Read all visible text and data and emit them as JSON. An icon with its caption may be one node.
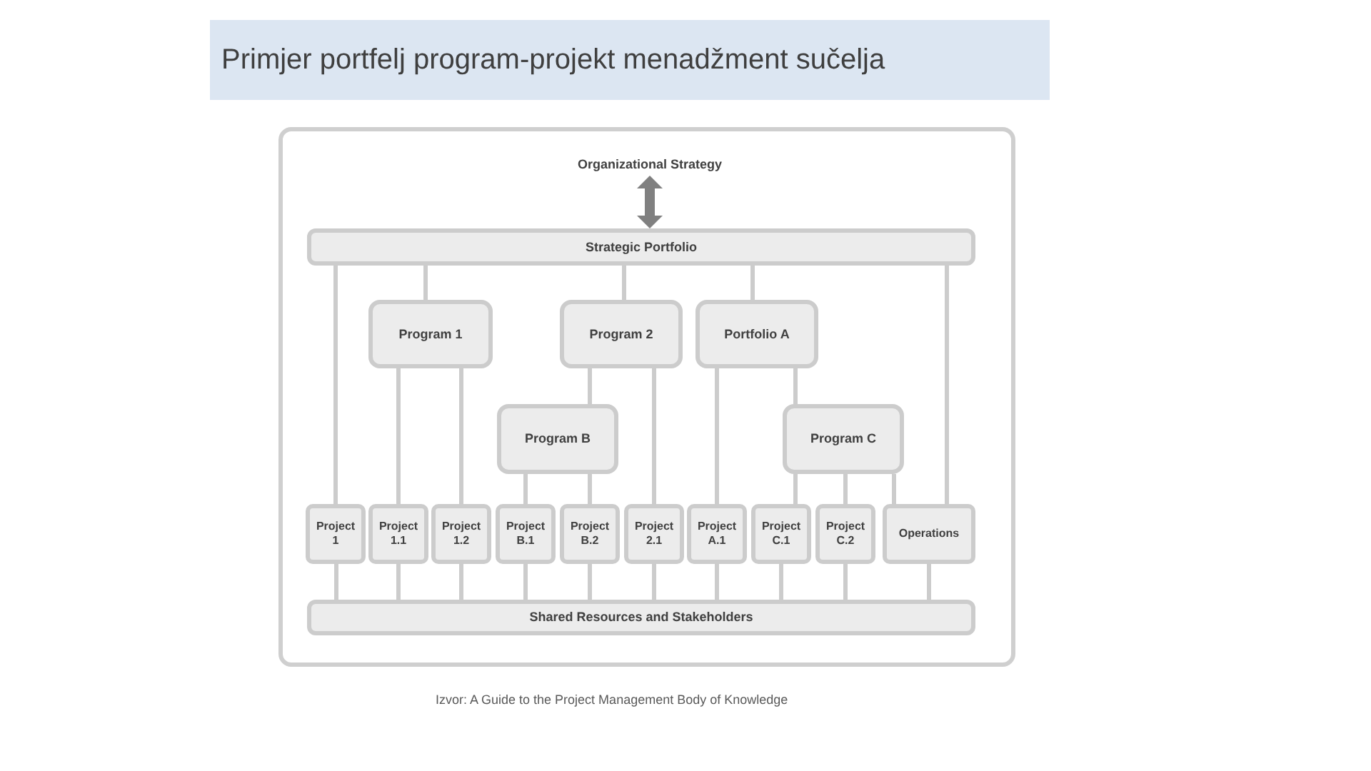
{
  "diagram": {
    "title": "Primjer portfelj program-projekt menadžment sučelja",
    "nodes": [
      {
        "text": [
          "Organizational Strategy"
        ]
      },
      {
        "text": [
          "Strategic Portfolio"
        ]
      },
      {
        "text": [
          "Program 1"
        ]
      },
      {
        "text": [
          "Program 2"
        ]
      },
      {
        "text": [
          "Portfolio A"
        ]
      },
      {
        "text": [
          "Program B"
        ]
      },
      {
        "text": [
          "Program C"
        ]
      },
      {
        "text": [
          "Project 1"
        ]
      },
      {
        "text": [
          "Project 1.1"
        ]
      },
      {
        "text": [
          "Project 1.2"
        ]
      },
      {
        "text": [
          "Project B.1"
        ]
      },
      {
        "text": [
          "Project B.2"
        ]
      },
      {
        "text": [
          "Project 2.1"
        ]
      },
      {
        "text": [
          "Project A.1"
        ]
      },
      {
        "text": [
          "Project C.1"
        ]
      },
      {
        "text": [
          "Project C.2"
        ]
      },
      {
        "text": [
          "Operations"
        ]
      },
      {
        "text": [
          "Shared Resources and Stakeholders"
        ]
      }
    ],
    "edges": [
      {
        "from": 0,
        "to": 1,
        "arrow": "both",
        "style": "thick",
        "color": "#808080"
      },
      {
        "from": 1,
        "to": 7,
        "arrow": "none"
      },
      {
        "from": 1,
        "to": 2,
        "arrow": "none"
      },
      {
        "from": 1,
        "to": 3,
        "arrow": "none"
      },
      {
        "from": 1,
        "to": 4,
        "arrow": "none"
      },
      {
        "from": 1,
        "to": 16,
        "arrow": "none"
      },
      {
        "from": 2,
        "to": 8,
        "arrow": "none"
      },
      {
        "from": 2,
        "to": 9,
        "arrow": "none"
      },
      {
        "from": 3,
        "to": 5,
        "arrow": "none"
      },
      {
        "from": 3,
        "to": 12,
        "arrow": "none"
      },
      {
        "from": 4,
        "to": 13,
        "arrow": "none"
      },
      {
        "from": 4,
        "to": 6,
        "arrow": "none"
      },
      {
        "from": 5,
        "to": 10,
        "arrow": "none"
      },
      {
        "from": 5,
        "to": 11,
        "arrow": "none"
      },
      {
        "from": 6,
        "to": 14,
        "arrow": "none"
      },
      {
        "from": 6,
        "to": 15,
        "arrow": "none"
      },
      {
        "from": 6,
        "to": 16,
        "arrow": "none"
      },
      {
        "from": 7,
        "to": 17,
        "arrow": "none"
      },
      {
        "from": 8,
        "to": 17,
        "arrow": "none"
      },
      {
        "from": 9,
        "to": 17,
        "arrow": "none"
      },
      {
        "from": 10,
        "to": 17,
        "arrow": "none"
      },
      {
        "from": 11,
        "to": 17,
        "arrow": "none"
      },
      {
        "from": 12,
        "to": 17,
        "arrow": "none"
      },
      {
        "from": 13,
        "to": 17,
        "arrow": "none"
      },
      {
        "from": 14,
        "to": 17,
        "arrow": "none"
      },
      {
        "from": 15,
        "to": 17,
        "arrow": "none"
      },
      {
        "from": 16,
        "to": 17,
        "arrow": "none"
      }
    ],
    "caption": "Izvor: A Guide to the Project Management Body of Knowledge"
  }
}
